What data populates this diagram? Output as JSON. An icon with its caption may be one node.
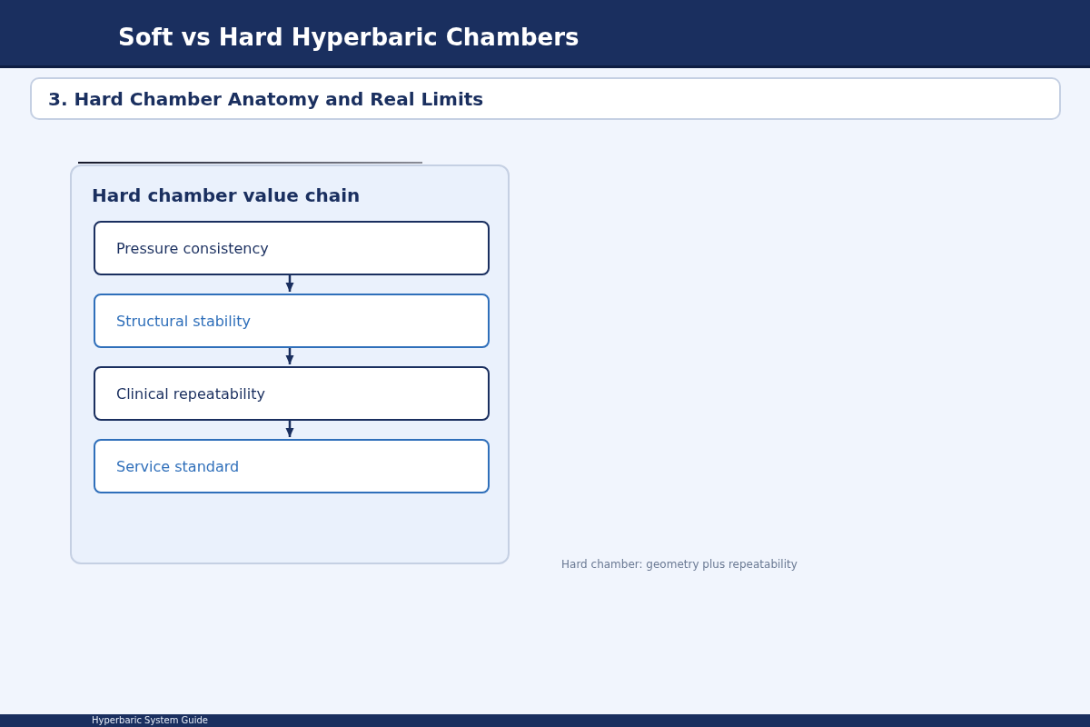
{
  "diagram": {
    "title": "Soft vs Hard Hyperbaric Chambers",
    "caption": "Hard chamber: geometry plus repeatability",
    "nodes": [
      {
        "text": [
          "3. Hard Chamber Anatomy and Real Limits"
        ]
      },
      {
        "text": [
          "Hard chamber value chain"
        ]
      },
      {
        "text": [
          "Pressure consistency"
        ],
        "in": 1
      },
      {
        "text": [
          "Structural stability"
        ],
        "in": 1
      },
      {
        "text": [
          "Clinical repeatability"
        ],
        "in": 1
      },
      {
        "text": [
          "Service standard"
        ],
        "in": 1
      }
    ],
    "edges": [
      {
        "from": 2,
        "to": 3,
        "arrow": "to"
      },
      {
        "from": 3,
        "to": 4,
        "arrow": "to"
      },
      {
        "from": 4,
        "to": 5,
        "arrow": "to"
      }
    ],
    "labels": [
      "Hyperbaric System Guide"
    ]
  }
}
